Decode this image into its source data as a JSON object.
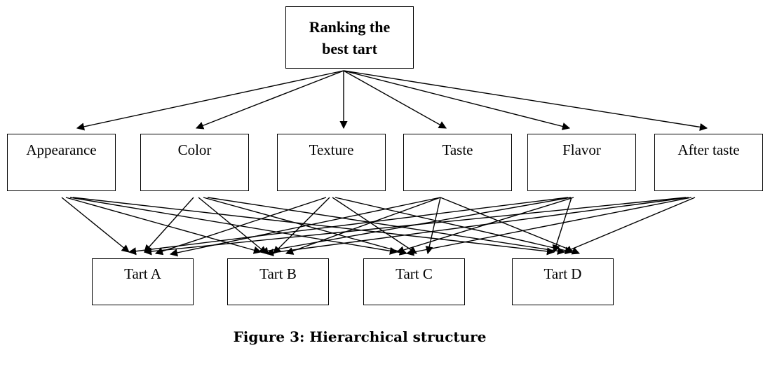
{
  "goal": "Ranking the best tart",
  "criteria": [
    "Appearance",
    "Color",
    "Texture",
    "Taste",
    "Flavor",
    "After taste"
  ],
  "alternatives": [
    "Tart A",
    "Tart B",
    "Tart C",
    "Tart D"
  ],
  "caption": "Figure 3: Hierarchical structure"
}
